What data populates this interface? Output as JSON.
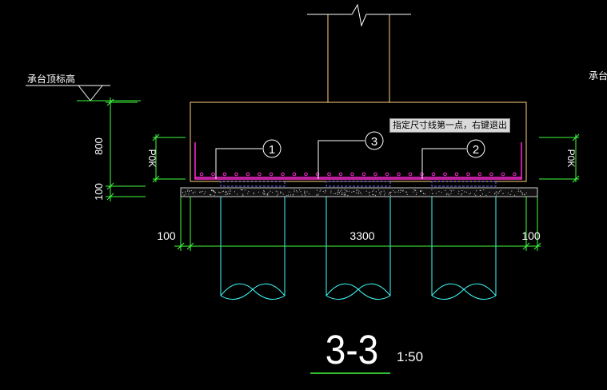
{
  "labels": {
    "cap_top_left": "承台顶标高",
    "cap_top_right": "承台顶标高"
  },
  "dimensions": {
    "vertical_800": "800",
    "vertical_100": "100",
    "left_100": "100",
    "span_3300": "3300",
    "right_100": "100",
    "side_left": "P0K",
    "side_right": "P0K"
  },
  "callouts": [
    "1",
    "3",
    "2"
  ],
  "title": {
    "section": "3-3",
    "scale": "1:50"
  },
  "tooltip": "指定尺寸线第一点，右键退出",
  "colors": {
    "background": "#000000",
    "outline": "#ffd27f",
    "rebar": "#ff2bd6",
    "dimension": "#40ff40",
    "pile": "#40ffff",
    "pad": "#d0d0d0",
    "text": "#ffffff",
    "blue_dash": "#6a6aff"
  }
}
